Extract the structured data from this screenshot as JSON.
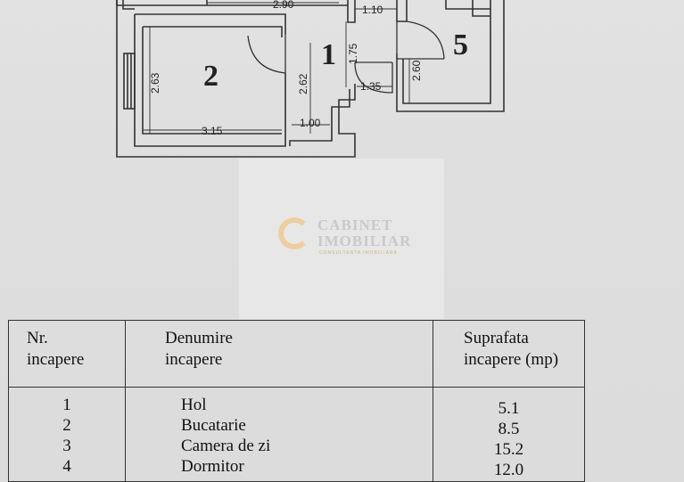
{
  "floor_plan": {
    "rooms": [
      {
        "number": "1"
      },
      {
        "number": "2"
      },
      {
        "number": "5"
      }
    ],
    "dimensions": [
      "2.90",
      "1.10",
      "1.75",
      "2.63",
      "2.62",
      "1.35",
      "2.60",
      "1.00",
      "3.15"
    ]
  },
  "watermark": {
    "line1": "CABINET",
    "line2": "IMOBILIAR",
    "tagline": "CONSULTANTA IMOBILIARA"
  },
  "table": {
    "headers": [
      {
        "line1": "Nr.",
        "line2": "incapere"
      },
      {
        "line1": "Denumire",
        "line2": "incapere"
      },
      {
        "line1": "Suprafata",
        "line2": "incapere (mp)"
      }
    ],
    "rows": [
      {
        "nr": "1",
        "name": "Hol",
        "area": "5.1"
      },
      {
        "nr": "2",
        "name": "Bucatarie",
        "area": "8.5"
      },
      {
        "nr": "3",
        "name": "Camera de zi",
        "area": "15.2"
      },
      {
        "nr": "4",
        "name": "Dormitor",
        "area": "12.0"
      }
    ]
  }
}
